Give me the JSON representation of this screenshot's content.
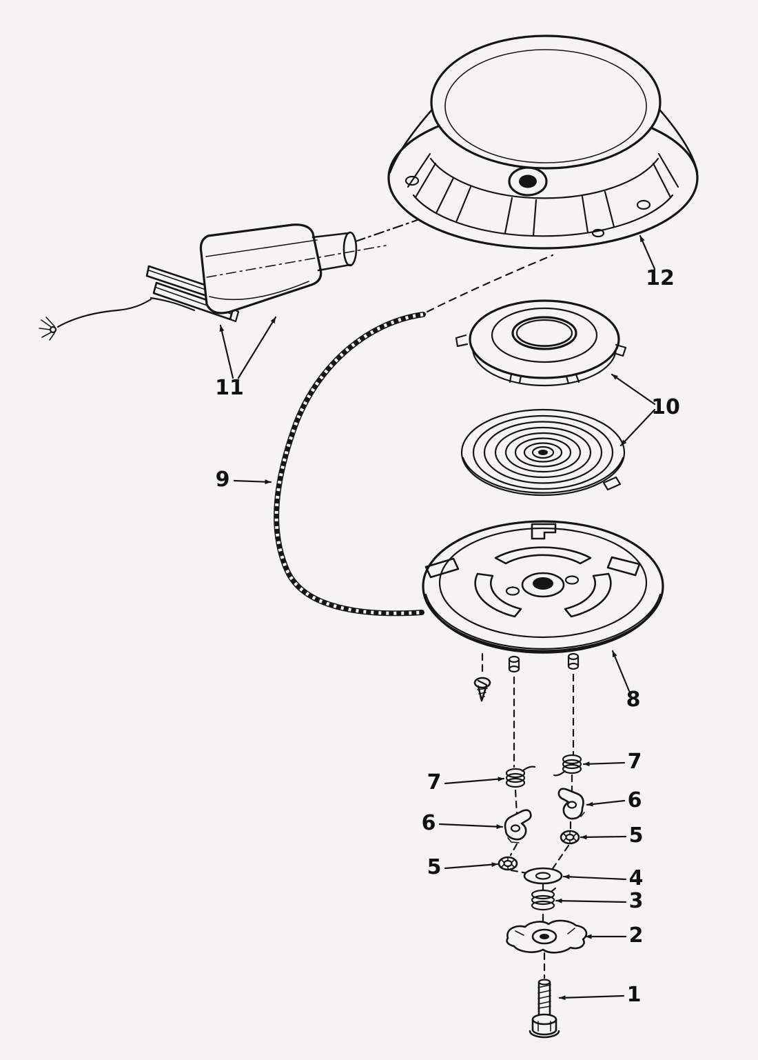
{
  "colors": {
    "background": "#f6f3f5",
    "line": "#151515"
  },
  "callouts": {
    "n1": {
      "label": "1"
    },
    "n2": {
      "label": "2"
    },
    "n3": {
      "label": "3"
    },
    "n4": {
      "label": "4"
    },
    "n5_left": {
      "label": "5"
    },
    "n5_right": {
      "label": "5"
    },
    "n6_left": {
      "label": "6"
    },
    "n6_right": {
      "label": "6"
    },
    "n7_left": {
      "label": "7"
    },
    "n7_right": {
      "label": "7"
    },
    "n8": {
      "label": "8"
    },
    "n9": {
      "label": "9"
    },
    "n10": {
      "label": "10"
    },
    "n11": {
      "label": "11"
    },
    "n12": {
      "label": "12"
    }
  }
}
